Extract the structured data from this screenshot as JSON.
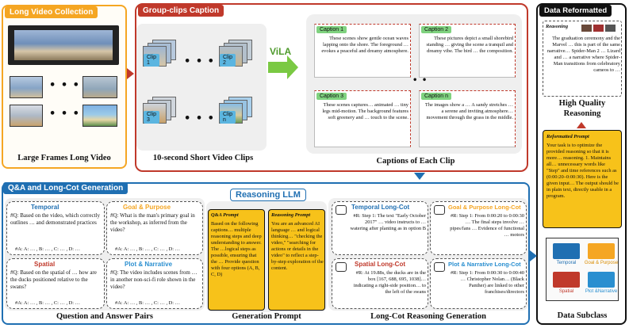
{
  "panels": {
    "long_video": {
      "title": "Long Video Collection",
      "label": "Large Frames Long Video"
    },
    "group_clips": {
      "title": "Group-clips Caption",
      "clips_label": "10-second Short Video Clips",
      "captions_label": "Captions of Each Clip",
      "vila": "ViLA"
    },
    "data_reformatted": {
      "title": "Data Reformatted",
      "hq_label": "High Quality Reasoning",
      "reasoning_tag": "Reasoning",
      "hq_text": "The graduation ceremony and the Marvel … this is part of the same narrative… Spider-Man 2 … Lizard and … a narrative where Spider-Man transitions from celebratory cameos to …"
    },
    "reformatted_prompt": {
      "title": "Reformatted Prompt",
      "text": "Your task is to optimize the provided reasoning so that it is more… reasoning. 1. Maintains all… unnecessary words like \"Step\" and time references such as (0:00:20–0:00:30). Here is the given input… The output should be in plain text, directly usable in a program."
    },
    "qa": {
      "title": "Q&A and Long-Cot Generation",
      "qa_pairs_label": "Question and Answer Pairs",
      "gen_prompt_label": "Generation Prompt",
      "longcot_label": "Long-Cot Reasoning Generation",
      "llm": "Reasoning LLM"
    },
    "subclass": {
      "title": "Data Subclass",
      "items": [
        "Temporal",
        "Goal & Purpose",
        "Spatial",
        "Plot &Narrative"
      ]
    }
  },
  "clips": [
    "Clip 1",
    "Clip 2",
    "Clip 3",
    "Clip n"
  ],
  "captions": [
    {
      "title": "Caption 1",
      "text": "These scenes show gentle ocean waves lapping onto the shore. The foreground … evokes a peaceful and dreamy atmosphere."
    },
    {
      "title": "Caption 2",
      "text": "These pictures depict a small shorebird standing … giving the scene a tranquil and dreamy vibe. The bird … the composition."
    },
    {
      "title": "Caption 3",
      "text": "These scenes captures… animated … tiny legs mid-motion. The background features soft greenery and … touch to the scene."
    },
    {
      "title": "Caption n",
      "text": "The images show a … A sandy stretches … a serene and inviting atmosphere…movement through  the grass in the middle."
    }
  ],
  "questions": [
    {
      "title": "Temporal",
      "q": "#Q: Based on the video, which correctly outlines … and demonstrated practices",
      "a": "#A: A: … , B: … , C: … , D: …"
    },
    {
      "title": "Goal & Purpose",
      "q": "#Q: What is the man's primary goal in the workshop, as inferred from the video?",
      "a": "#A: A: … , B: … , C: … , D: …"
    },
    {
      "title": "Spatial",
      "q": "#Q: Based on the spatial of … how are the ducks positioned relative to the swans?",
      "a": "#A: A: … , B: … , C: … , D: …"
    },
    {
      "title": "Plot & Narrative",
      "q": "#Q: The video includes scenes from … in another non-sci-fi role shown in the video?",
      "a": "#A: A: … , B: … , C: … , D: …"
    }
  ],
  "prompts": [
    {
      "title": "Q&A Prompt",
      "text": "Based on the following captions… multiple reasoning steps and deep understanding to answer. The …logical steps as possible, ensuring that the … Provide question with four options (A, B, C, D)"
    },
    {
      "title": "Reasoning Prompt",
      "text": "You are an advanced AI language … and logical thinking… \"checking the video,\" \"searching for actions or details in the video\" to reflect a step-by-step exploration of the content."
    }
  ],
  "longcots": [
    {
      "title": "Temporal Long-Cot",
      "text": "#R: Step 1: The text \"Early October 2017\" … video instructs to … watering after planting as in option B"
    },
    {
      "title": "Goal & Purpose  Long-Cot",
      "text": "#R: Step 1: From 0:00:20 to 0:00:30 … The final steps involve …pipes/fans … Evidence of functional … motors"
    },
    {
      "title": "Spatial Long-Cot",
      "text": "#R: At 19.88s, the ducks are in the box [167, 688, 695, 1038]…indicating a right-side position… to the left of the swans"
    },
    {
      "title": "Plot & Narrative Long-Cot",
      "text": "#R: Step 1: From 0:00:30 to 0:00:40 … Christopher Nolan… (Black Panther) are linked to other franchises/directors"
    }
  ],
  "colors": {
    "orange": "#f5a623",
    "red": "#c0392b",
    "blue": "#1f6fb2",
    "black": "#111111",
    "yellow": "#f7c21a",
    "green": "#5cb85c"
  }
}
